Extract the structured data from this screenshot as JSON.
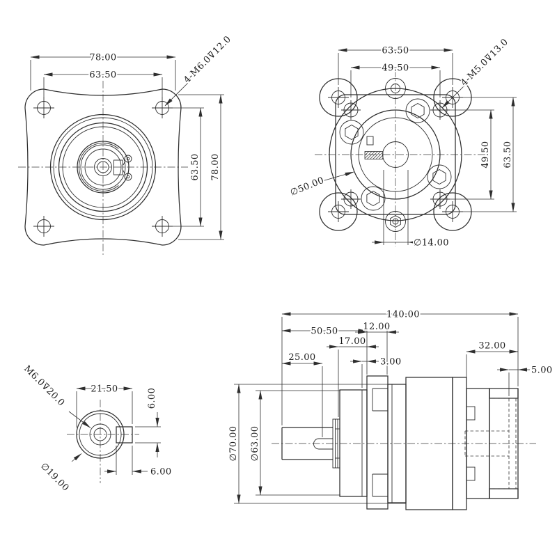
{
  "style": {
    "line_color": "#2e2e2e",
    "text_color": "#1c1c1c",
    "background": "#ffffff"
  },
  "views": {
    "front": {
      "dim_width_outer": "78.00",
      "dim_bolt_spacing_h": "63.50",
      "dim_bolt_spacing_v": "63.50",
      "dim_height_outer": "78.00",
      "callout_threads": "4-M6.0⊽12.0"
    },
    "rear": {
      "dim_width_outer": "63.50",
      "dim_bolt_spacing_h": "49.50",
      "dim_bolt_spacing_v": "49.50",
      "dim_height_outer": "63.50",
      "callout_threads": "4-M5.0⊽13.0",
      "callout_pilot_dia": "∅50.00",
      "dim_bore_dia": "∅14.00"
    },
    "shaft": {
      "dim_flat_span": "21.50",
      "dim_flat_height": "6.00",
      "dim_flat_length": "6.00",
      "callout_tap": "M6.0⊽20.0",
      "callout_shaft_dia": "∅19.00"
    },
    "side": {
      "dim_overall_length": "140.00",
      "dim_front_length": "50.50",
      "dim_flange_thickness": "12.00",
      "dim_boss_length": "17.00",
      "dim_shaft_length": "25.00",
      "dim_step": "3.00",
      "dim_rear_length": "32.00",
      "dim_plate_thickness": "5.00",
      "dim_body_dia": "∅70.00",
      "dim_housing_dia": "∅63.00"
    }
  }
}
